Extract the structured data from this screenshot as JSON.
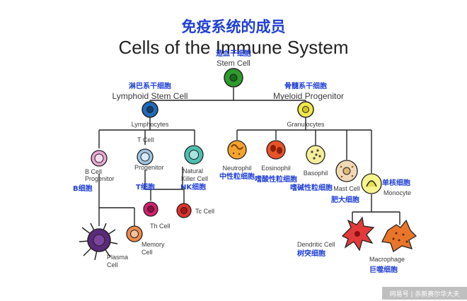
{
  "title": "免疫系统的成员",
  "subtitle": "Cells of the Immune System",
  "watermark": "网易号 | 杀新赛尔华大夫",
  "colors": {
    "zh_label": "#1f3fd6",
    "stem": "#2e9c2c",
    "lymphoid": "#1f6bb8",
    "myeloid": "#f2e84a",
    "neutrophil": "#f3a42c",
    "eosinophil": "#e8532a",
    "basophil": "#f6ef9a",
    "mast": "#f2d9b6",
    "monocyte": "#f7f48c",
    "th": "#d61f6e",
    "tc": "#e2312a",
    "plasma": "#5b2a7a",
    "memory": "#f08a4b",
    "bcell": "#e7a9d3",
    "tcell": "#9fc7e6",
    "nk": "#4cbfb0",
    "dendritic": "#e23a3a",
    "macrophage": "#e8752a"
  },
  "cells": {
    "stem": {
      "zh": "造血干细胞",
      "en": "Stem Cell"
    },
    "lymphoid": {
      "zh": "淋巴系干细胞",
      "en": "Lymphoid Stem Cell"
    },
    "lymphocytes": {
      "en": "Lymphocytes"
    },
    "myeloid": {
      "zh": "骨髓系干细胞",
      "en": "Myeloid Progenitor"
    },
    "granulocytes": {
      "en": "Granulocytes"
    },
    "bcell": {
      "zh": "B细胞",
      "en1": "B Cell",
      "en2": "Progenitor"
    },
    "tcell": {
      "zh": "T细胞",
      "en1": "T Cell",
      "en2": "Progenitor"
    },
    "nk": {
      "zh": "NK细胞",
      "en1": "Natural",
      "en2": "Killer Cell"
    },
    "th": {
      "en": "Th Cell"
    },
    "tc": {
      "en": "Tc Cell"
    },
    "plasma": {
      "en1": "Plasma",
      "en2": "Cell"
    },
    "memory": {
      "en1": "Memory",
      "en2": "Cell"
    },
    "neutrophil": {
      "zh": "中性粒细胞",
      "en": "Neutrophil"
    },
    "eosinophil": {
      "zh": "嗜酸性粒细胞",
      "en": "Eosinophil"
    },
    "basophil": {
      "zh": "嗜碱性粒细胞",
      "en": "Basophil"
    },
    "mast": {
      "zh": "肥大细胞",
      "en": "Mast Cell"
    },
    "monocyte": {
      "zh": "单核细胞",
      "en": "Monocyte"
    },
    "dendritic": {
      "zh": "树突细胞",
      "en": "Dendritic Cell"
    },
    "macrophage": {
      "zh": "巨噬细胞",
      "en": "Macrophage"
    }
  }
}
